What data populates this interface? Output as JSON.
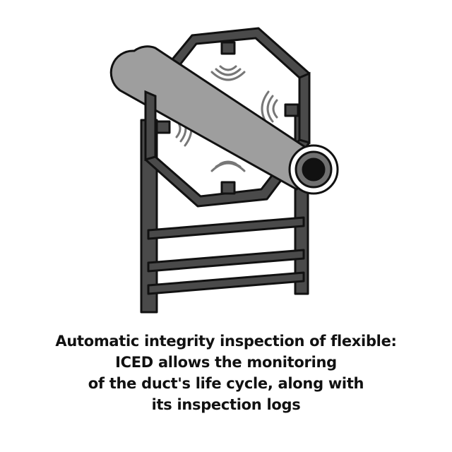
{
  "caption": {
    "lines": [
      "Automatic integrity inspection of flexible:",
      "ICED allows the monitoring",
      "of the duct's life cycle, along with",
      "its inspection logs"
    ]
  },
  "colors": {
    "frame": "#4a4a4a",
    "outline": "#111111",
    "pipe": "#9e9e9e",
    "pipe_inner": "#707070",
    "background": "#ffffff"
  },
  "icons": [
    "sensor-icon",
    "signal-waves-icon"
  ]
}
